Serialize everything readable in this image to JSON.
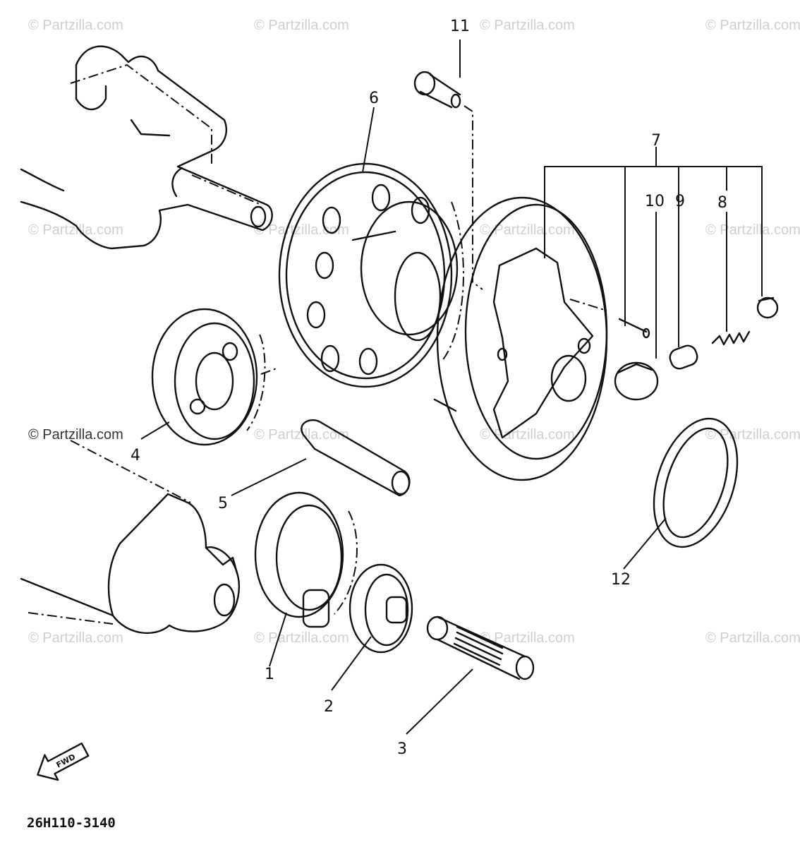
{
  "watermark": {
    "text": "© Partzilla.com",
    "dark_text": "© Partzilla.com"
  },
  "parts": [
    {
      "number": "1",
      "name": "gear-1"
    },
    {
      "number": "2",
      "name": "gear-2"
    },
    {
      "number": "3",
      "name": "shaft-3"
    },
    {
      "number": "4",
      "name": "gear-4"
    },
    {
      "number": "5",
      "name": "shaft-5"
    },
    {
      "number": "6",
      "name": "wheel-gear-6"
    },
    {
      "number": "7",
      "name": "clutch-assy-7"
    },
    {
      "number": "8",
      "name": "spring-8"
    },
    {
      "number": "9",
      "name": "plunger-9"
    },
    {
      "number": "10",
      "name": "roller-10"
    },
    {
      "number": "11",
      "name": "bolt-11"
    },
    {
      "number": "12",
      "name": "washer-12"
    }
  ],
  "fwd_label": "FWD",
  "diagram_code": "26H110-3140"
}
